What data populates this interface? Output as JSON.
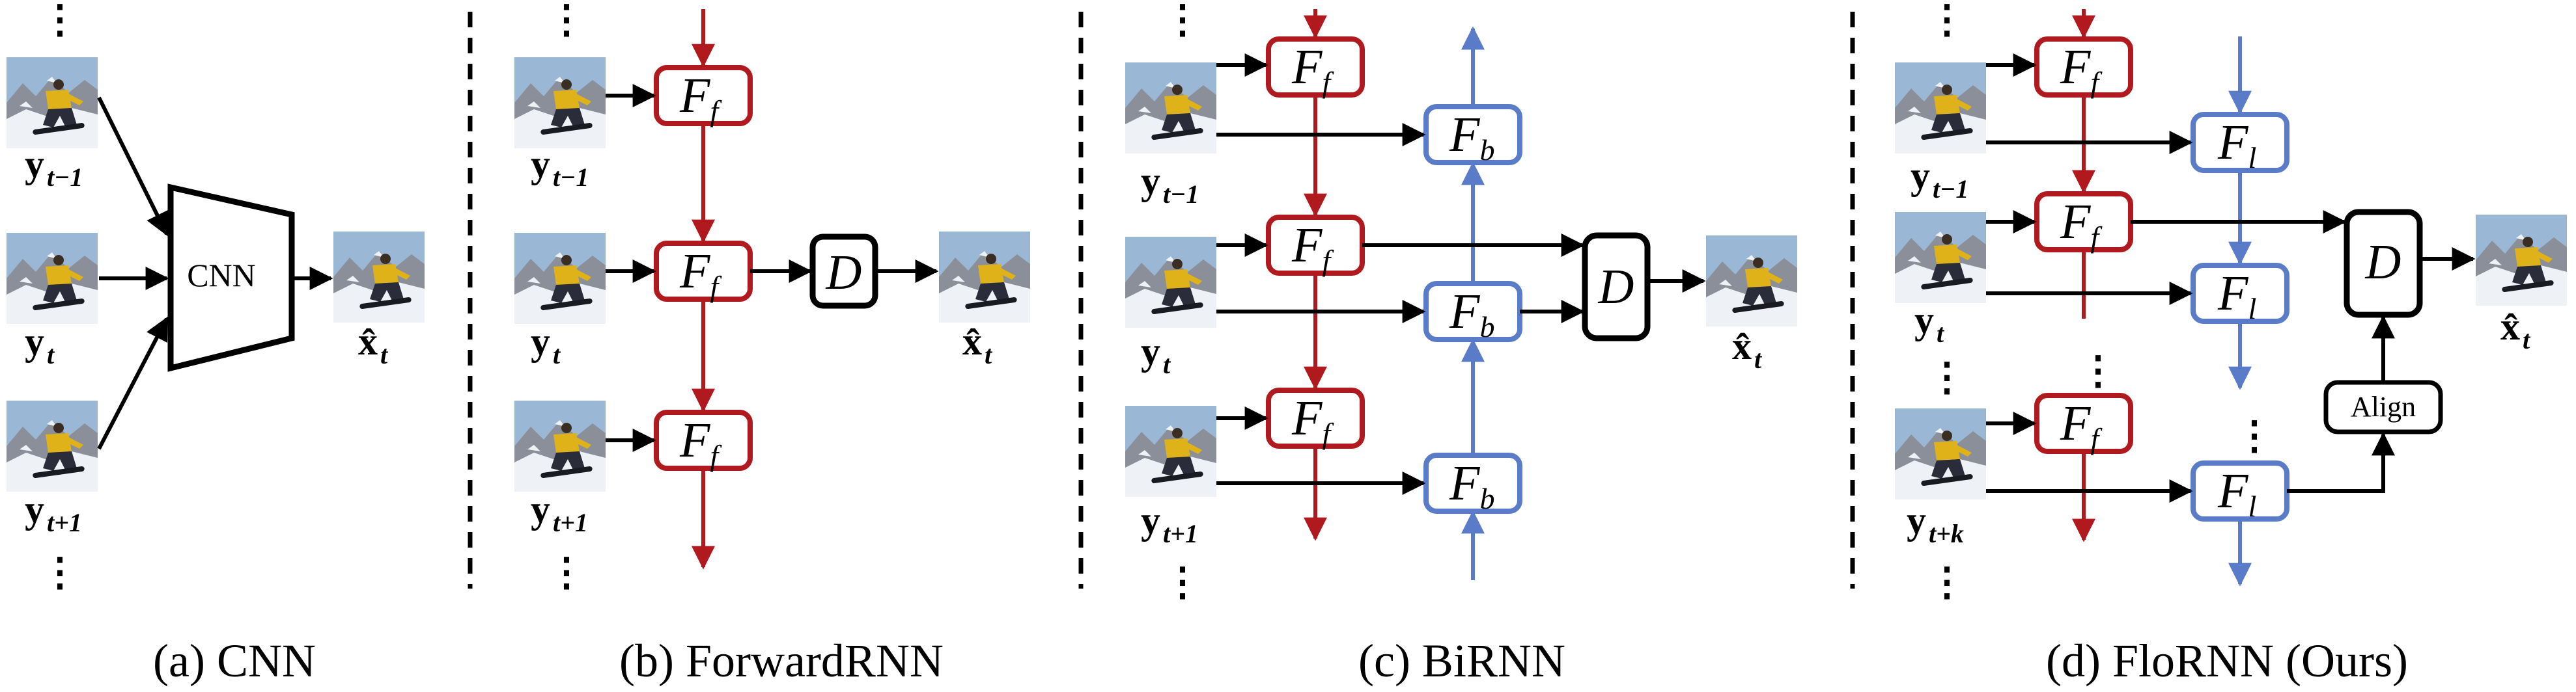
{
  "colors": {
    "forward": "#b0191d",
    "backward": "#5a7cc8",
    "neutral": "#000000",
    "sky": "#9bb7d6",
    "mountain": "#8a8f99",
    "snow": "#eef2f7",
    "jacket": "#e0b21a",
    "pants": "#2a2c3a"
  },
  "frame_image_icon": "snowboarder-photo",
  "panels": {
    "a": {
      "caption": "(a) CNN",
      "network_label": "CNN",
      "inputs": [
        {
          "base": "y",
          "sub": "t−1"
        },
        {
          "base": "y",
          "sub": "t"
        },
        {
          "base": "y",
          "sub": "t+1"
        }
      ],
      "output": {
        "base": "x̂",
        "sub": "t"
      }
    },
    "b": {
      "caption": "(b) ForwardRNN",
      "forward_label": {
        "base": "F",
        "sub": "f"
      },
      "decoder_label": "D",
      "inputs": [
        {
          "base": "y",
          "sub": "t−1"
        },
        {
          "base": "y",
          "sub": "t"
        },
        {
          "base": "y",
          "sub": "t+1"
        }
      ],
      "output": {
        "base": "x̂",
        "sub": "t"
      }
    },
    "c": {
      "caption": "(c) BiRNN",
      "forward_label": {
        "base": "F",
        "sub": "f"
      },
      "backward_label": {
        "base": "F",
        "sub": "b"
      },
      "decoder_label": "D",
      "inputs": [
        {
          "base": "y",
          "sub": "t−1"
        },
        {
          "base": "y",
          "sub": "t"
        },
        {
          "base": "y",
          "sub": "t+1"
        }
      ],
      "output": {
        "base": "x̂",
        "sub": "t"
      }
    },
    "d": {
      "caption": "(d) FloRNN (Ours)",
      "forward_label": {
        "base": "F",
        "sub": "f"
      },
      "lookahead_label": {
        "base": "F",
        "sub": "l"
      },
      "decoder_label": "D",
      "align_label": "Align",
      "inputs": [
        {
          "base": "y",
          "sub": "t−1"
        },
        {
          "base": "y",
          "sub": "t"
        },
        {
          "base": "y",
          "sub": "t+k"
        }
      ],
      "output": {
        "base": "x̂",
        "sub": "t"
      }
    }
  },
  "ellipsis": "⋮"
}
